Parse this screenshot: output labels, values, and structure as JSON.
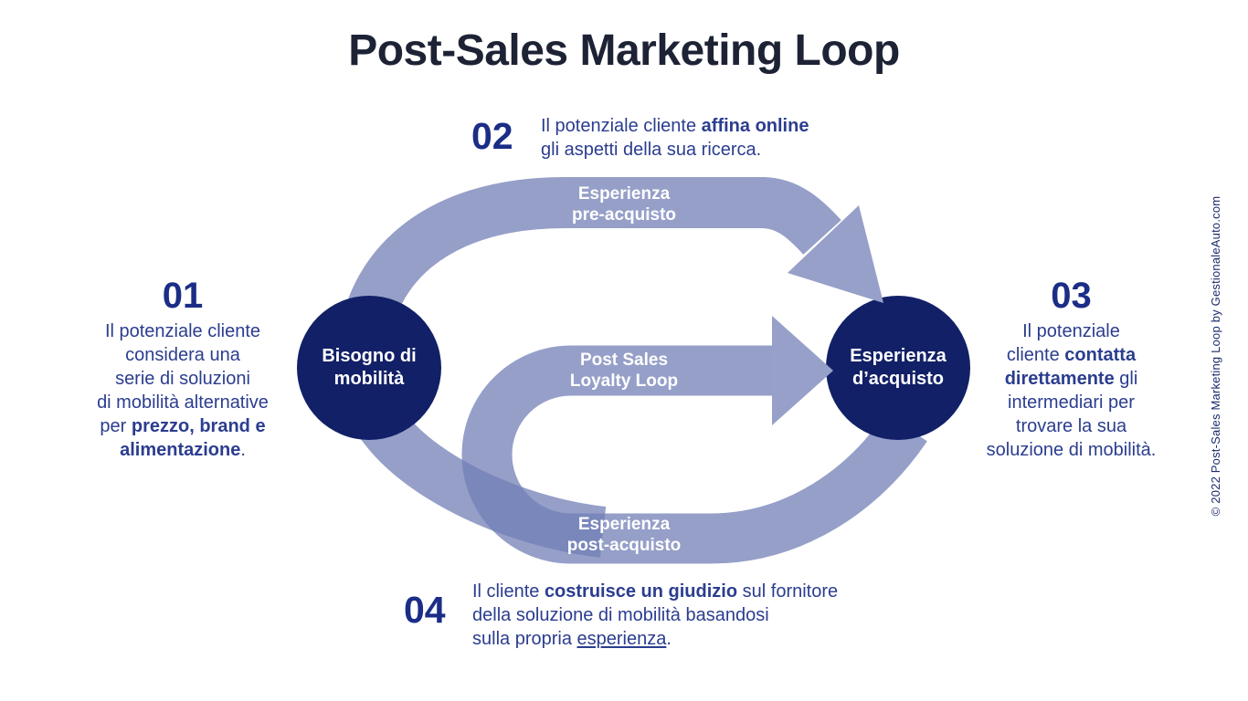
{
  "title": "Post-Sales Marketing Loop",
  "copyright": "© 2022 Post-Sales Marketing Loop by GestionaleAuto.com",
  "colors": {
    "navy": "#122067",
    "band_rgba": "rgba(114,127,181,0.75)",
    "arrowhead": "#96a0c8",
    "number": "#1b2d86",
    "body": "#2b3d8f",
    "title": "#1d2335",
    "white": "#ffffff",
    "copyright": "#1b2a6b"
  },
  "circles": {
    "need": {
      "lines": [
        "Bisogno di",
        "mobilità"
      ]
    },
    "purchase": {
      "lines": [
        "Esperienza",
        "d’acquisto"
      ]
    }
  },
  "band_labels": {
    "pre": [
      "Esperienza",
      "pre-acquisto"
    ],
    "loyalty": [
      "Post Sales",
      "Loyalty Loop"
    ],
    "post": [
      "Esperienza",
      "post-acquisto"
    ]
  },
  "steps": [
    {
      "number": "01",
      "lines": [
        [
          {
            "t": "Il potenziale cliente"
          }
        ],
        [
          {
            "t": "considera una"
          }
        ],
        [
          {
            "t": "serie di soluzioni"
          }
        ],
        [
          {
            "t": "di mobilità alternative"
          }
        ],
        [
          {
            "t": "per "
          },
          {
            "t": "prezzo, brand e",
            "b": true
          }
        ],
        [
          {
            "t": "alimentazione",
            "b": true
          },
          {
            "t": "."
          }
        ]
      ]
    },
    {
      "number": "02",
      "lines": [
        [
          {
            "t": "Il potenziale cliente "
          },
          {
            "t": "affina online",
            "b": true
          }
        ],
        [
          {
            "t": "gli aspetti della sua ricerca."
          }
        ]
      ]
    },
    {
      "number": "03",
      "lines": [
        [
          {
            "t": "Il potenziale"
          }
        ],
        [
          {
            "t": "cliente "
          },
          {
            "t": "contatta",
            "b": true
          }
        ],
        [
          {
            "t": "direttamente",
            "b": true
          },
          {
            "t": " gli"
          }
        ],
        [
          {
            "t": "intermediari per"
          }
        ],
        [
          {
            "t": "trovare la sua"
          }
        ],
        [
          {
            "t": "soluzione di mobilità."
          }
        ]
      ]
    },
    {
      "number": "04",
      "lines": [
        [
          {
            "t": "Il cliente "
          },
          {
            "t": "costruisce un giudizio",
            "b": true
          },
          {
            "t": " sul fornitore"
          }
        ],
        [
          {
            "t": "della soluzione di mobilità basandosi"
          }
        ],
        [
          {
            "t": "sulla propria "
          },
          {
            "t": "esperienza",
            "u": true
          },
          {
            "t": "."
          }
        ]
      ]
    }
  ]
}
